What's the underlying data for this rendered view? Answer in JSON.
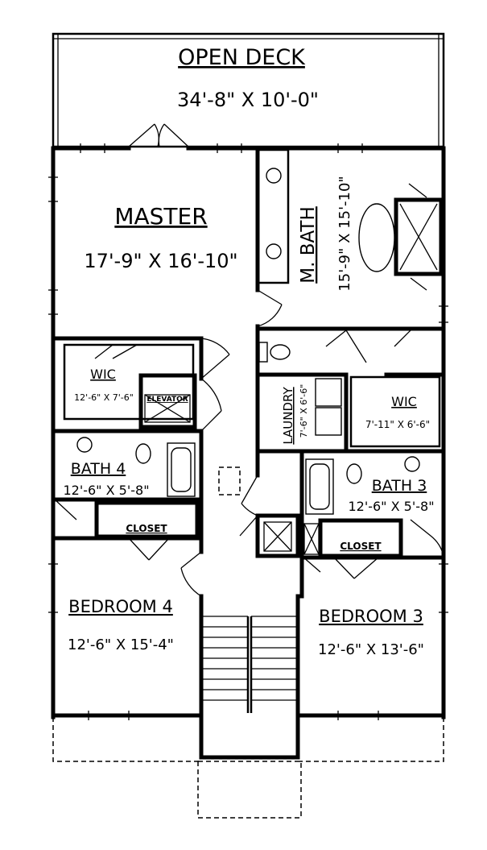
{
  "rooms": {
    "open_deck": {
      "label": "OPEN DECK",
      "dims": "34'-8\" X 10'-0\""
    },
    "master": {
      "label": "MASTER",
      "dims": "17'-9\" X 16'-10\""
    },
    "master_bath": {
      "label": "M. BATH",
      "dims": "15'-9\" X 15'-10\""
    },
    "wic_left": {
      "label": "WIC",
      "dims": "12'-6\" X 7'-6\""
    },
    "elevator": {
      "label": "ELEVATOR"
    },
    "laundry": {
      "label": "LAUNDRY",
      "dims": "7'-6\" X 6'-6\""
    },
    "wic_right": {
      "label": "WIC",
      "dims": "7'-11\" X 6'-6\""
    },
    "bath4": {
      "label": "BATH 4",
      "dims": "12'-6\" X 5'-8\""
    },
    "bath3": {
      "label": "BATH 3",
      "dims": "12'-6\" X 5'-8\""
    },
    "closet_left": {
      "label": "CLOSET"
    },
    "closet_right": {
      "label": "CLOSET"
    },
    "bedroom4": {
      "label": "BEDROOM 4",
      "dims": "12'-6\" X 15'-4\""
    },
    "bedroom3": {
      "label": "BEDROOM 3",
      "dims": "12'-6\" X 13'-6\""
    }
  }
}
